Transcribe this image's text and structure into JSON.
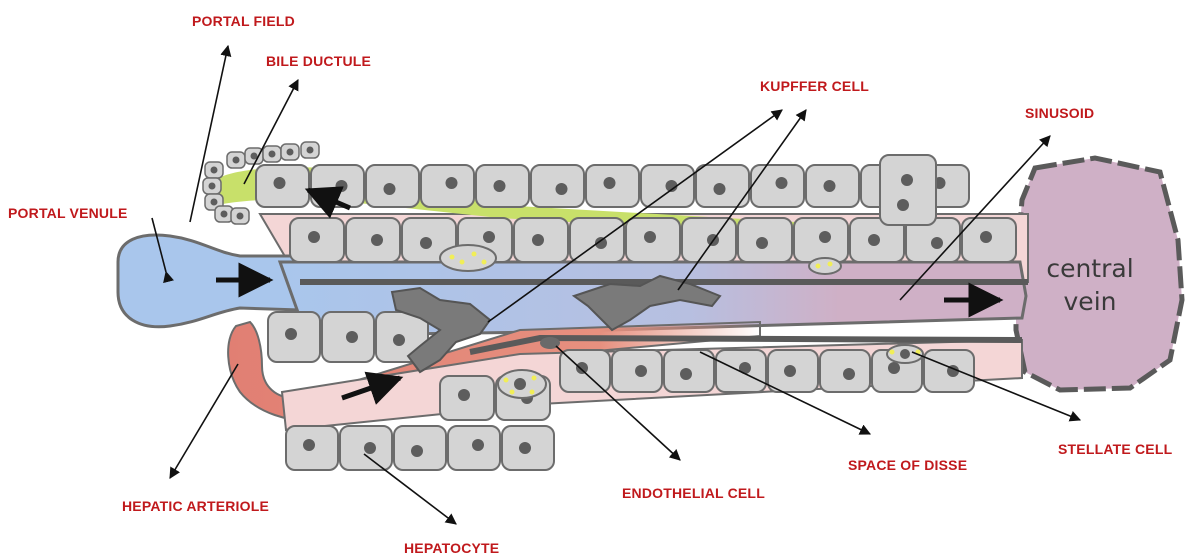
{
  "labels": {
    "portal_field": "PORTAL FIELD",
    "bile_ductule": "BILE DUCTULE",
    "kupffer_cell": "KUPFFER CELL",
    "sinusoid": "SINUSOID",
    "portal_venule": "PORTAL VENULE",
    "hepatic_arteriole": "HEPATIC ARTERIOLE",
    "hepatocyte": "HEPATOCYTE",
    "endothelial_cell": "ENDOTHELIAL CELL",
    "space_of_disse": "SPACE OF DISSE",
    "stellate_cell": "STELLATE CELL"
  },
  "central_vein": {
    "line1": "central",
    "line2": "vein"
  },
  "colors": {
    "label": "#c0191c",
    "bile": "#c8e06a",
    "portal_blood": "#a9c6ec",
    "arterial_blood": "#e17f73",
    "sinusoid": "#cfb0c6",
    "hepatocyte": "#d4d4d4",
    "nucleus": "#5d5d5d",
    "membrane": "#6c6c6c",
    "disse": "#f4d6d6"
  }
}
